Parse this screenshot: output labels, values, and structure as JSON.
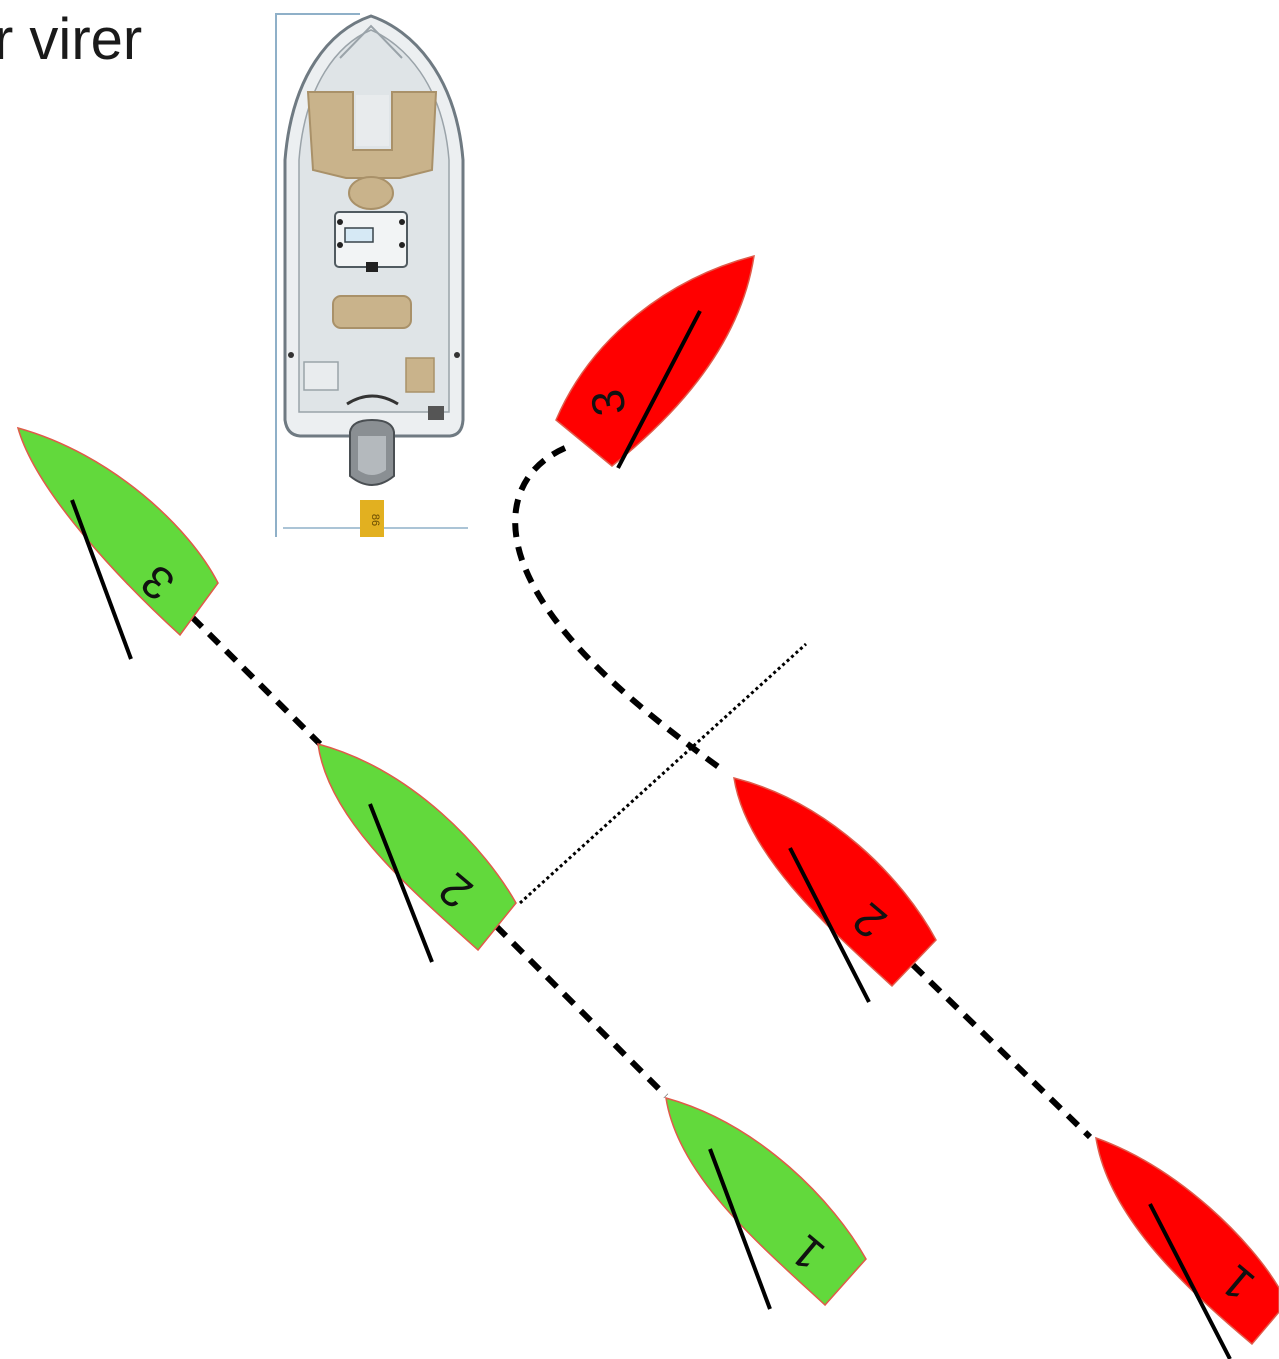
{
  "title": "r virer",
  "colors": {
    "green_boat": "#62d93c",
    "red_boat": "#ff0000",
    "outline": "#e05a4a",
    "line": "#000000"
  },
  "green_boats": [
    {
      "label": "3"
    },
    {
      "label": "2"
    },
    {
      "label": "1"
    }
  ],
  "red_boats": [
    {
      "label": "3"
    },
    {
      "label": "2"
    },
    {
      "label": "1"
    }
  ],
  "motorboat": {
    "icon": "motorboat-topview-icon",
    "badge": "86"
  }
}
